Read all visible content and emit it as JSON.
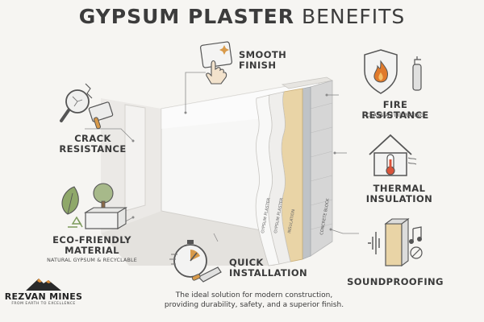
{
  "title": {
    "bold": "GYPSUM PLASTER",
    "light": "BENEFITS"
  },
  "benefits": {
    "smooth_finish": {
      "line1": "SMOOTH",
      "line2": "FINISH"
    },
    "crack_resistance": {
      "line1": "CRACK",
      "line2": "RESISTANCE"
    },
    "fire_resistance": {
      "line1": "FIRE RESISTANCE",
      "sub": "CLASS A FIRE RATING"
    },
    "thermal_insulation": {
      "line1": "THERMAL",
      "line2": "INSULATION"
    },
    "eco_friendly": {
      "line1": "ECO-FRIENDLY",
      "line2": "MATERIAL",
      "sub": "NATURAL GYPSUM & RECYCLABLE"
    },
    "quick_installation": {
      "line1": "QUICK",
      "line2": "INSTALLATION"
    },
    "soundproofing": {
      "line1": "SOUNDPROOFING"
    }
  },
  "layers": [
    "GYPSUM PLASTER",
    "GYPSUM PLASTER",
    "INSULATION",
    "CONCRETE BLOCK"
  ],
  "tagline": {
    "line1": "The ideal solution for modern construction,",
    "line2": "providing durability, safety, and a superior finish."
  },
  "logo": {
    "name": "REZVAN MINES",
    "slogan": "FROM EARTH TO EXCELLENCE"
  },
  "colors": {
    "text": "#3c3c3c",
    "icon_accent": "#d89a4a",
    "fire": "#e07a2c",
    "thermo_red": "#d9533a",
    "plant_green": "#8fa86a",
    "insulation": "#e9d4a6",
    "concrete": "#d6d6d6"
  }
}
